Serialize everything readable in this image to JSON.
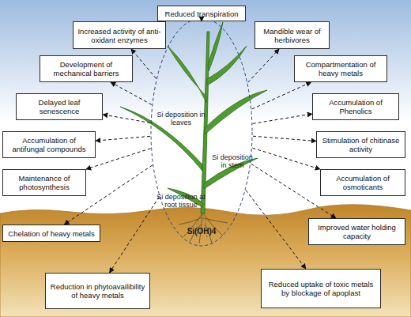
{
  "diagram": {
    "nodes": [
      {
        "text": [
          "Si deposition in leaves",
          "Si deposition in stem",
          "Si deposition at root tissue",
          "Si(OH)4"
        ]
      },
      {
        "text": [
          "Reduced transpiration"
        ]
      },
      {
        "text": [
          "Increased activity of anti-oxidant enzymes"
        ]
      },
      {
        "text": [
          "Mandible wear of herbivores"
        ]
      },
      {
        "text": [
          "Development of mechanical barriers"
        ]
      },
      {
        "text": [
          "Compartmentation of heavy metals"
        ]
      },
      {
        "text": [
          "Delayed leaf senescence"
        ]
      },
      {
        "text": [
          "Accumulation of Phenolics"
        ]
      },
      {
        "text": [
          "Accumulation of antifungal compounds"
        ]
      },
      {
        "text": [
          "Stimulation of chitinase activity"
        ]
      },
      {
        "text": [
          "Maintenance of photosynthesis"
        ]
      },
      {
        "text": [
          "Accumulation of osmoticants"
        ]
      },
      {
        "text": [
          "Chelation of heavy metals"
        ]
      },
      {
        "text": [
          "Improved water holding capacity"
        ]
      },
      {
        "text": [
          "Reduction in phytoavailibility of heavy metals"
        ]
      },
      {
        "text": [
          "Reduced uptake of toxic metals by blockage of apoplast"
        ]
      }
    ],
    "edges": [
      {
        "from": 0,
        "to": 1,
        "arrow": "to"
      },
      {
        "from": 0,
        "to": 2,
        "arrow": "to"
      },
      {
        "from": 0,
        "to": 3,
        "arrow": "to"
      },
      {
        "from": 0,
        "to": 4,
        "arrow": "to"
      },
      {
        "from": 0,
        "to": 5,
        "arrow": "to"
      },
      {
        "from": 0,
        "to": 6,
        "arrow": "to"
      },
      {
        "from": 0,
        "to": 7,
        "arrow": "to"
      },
      {
        "from": 0,
        "to": 8,
        "arrow": "to"
      },
      {
        "from": 0,
        "to": 9,
        "arrow": "to"
      },
      {
        "from": 0,
        "to": 10,
        "arrow": "to"
      },
      {
        "from": 0,
        "to": 11,
        "arrow": "to"
      },
      {
        "from": 0,
        "to": 12,
        "arrow": "to"
      },
      {
        "from": 0,
        "to": 13,
        "arrow": "to"
      },
      {
        "from": 0,
        "to": 14,
        "arrow": "to"
      },
      {
        "from": 0,
        "to": 15,
        "arrow": "to"
      }
    ]
  }
}
